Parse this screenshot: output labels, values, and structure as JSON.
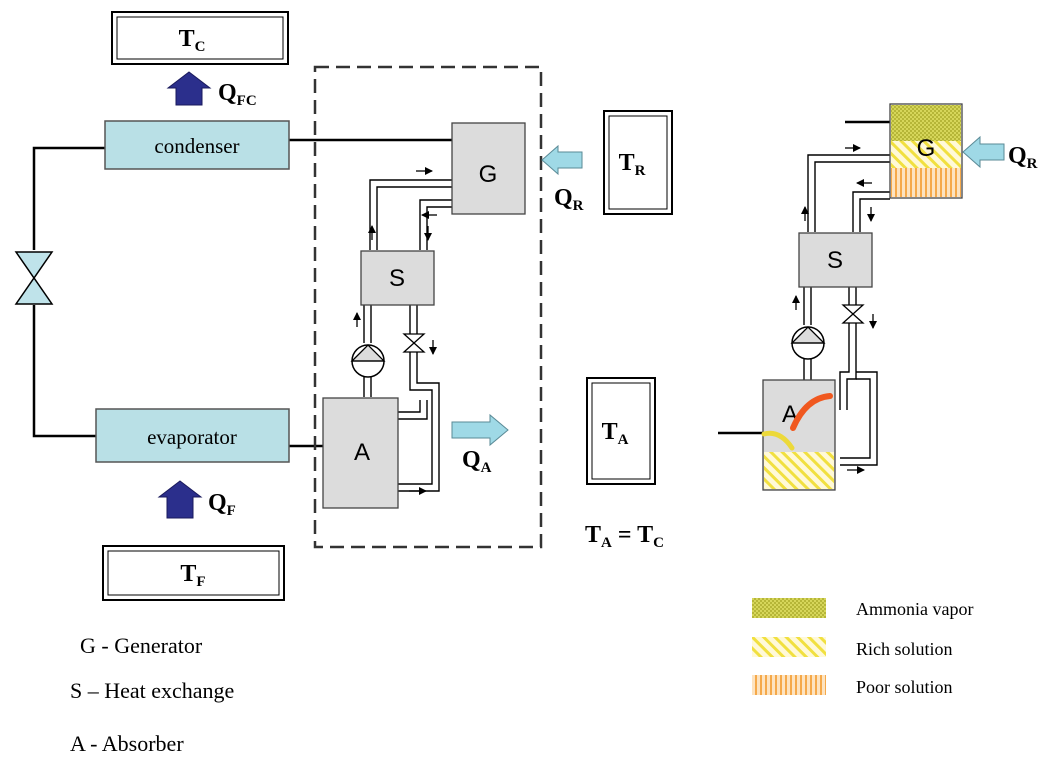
{
  "colors": {
    "component_fill": "#b9e0e6",
    "unit_fill": "#dcdcdc",
    "arrow_blue": "#2b2f8c",
    "arrow_cyan": "#9fd9e6",
    "ammonia_vapor": "#c8c83c",
    "rich_solution": "#f1e040",
    "poor_solution": "#f5a94a",
    "orange_curve": "#f0581f",
    "yellow_curve": "#ecd93a"
  },
  "reservoirs": {
    "tc": {
      "main": "T",
      "sub": "C"
    },
    "tf": {
      "main": "T",
      "sub": "F"
    },
    "tr": {
      "main": "T",
      "sub": "R"
    },
    "ta": {
      "main": "T",
      "sub": "A"
    }
  },
  "heat_flows": {
    "qfc": {
      "main": "Q",
      "sub": "FC"
    },
    "qf": {
      "main": "Q",
      "sub": "F"
    },
    "qr": {
      "main": "Q",
      "sub": "R"
    },
    "qa": {
      "main": "Q",
      "sub": "A"
    },
    "qr_right": {
      "main": "Q",
      "sub": "R"
    }
  },
  "components": {
    "condenser": "condenser",
    "evaporator": "evaporator",
    "generator": "G",
    "heat_exchanger": "S",
    "absorber": "A",
    "generator_right": "G",
    "heat_exchanger_right": "S",
    "absorber_right": "A"
  },
  "equation": {
    "lhs_main": "T",
    "lhs_sub": "A",
    "eq": " = ",
    "rhs_main": "T",
    "rhs_sub": "C"
  },
  "key_legend": [
    "G - Generator",
    "S – Heat exchange",
    "A - Absorber"
  ],
  "fluid_legend": [
    {
      "label": "Ammonia vapor",
      "pattern": "ammonia_vapor"
    },
    {
      "label": "Rich solution",
      "pattern": "rich_solution"
    },
    {
      "label": "Poor solution",
      "pattern": "poor_solution"
    }
  ]
}
